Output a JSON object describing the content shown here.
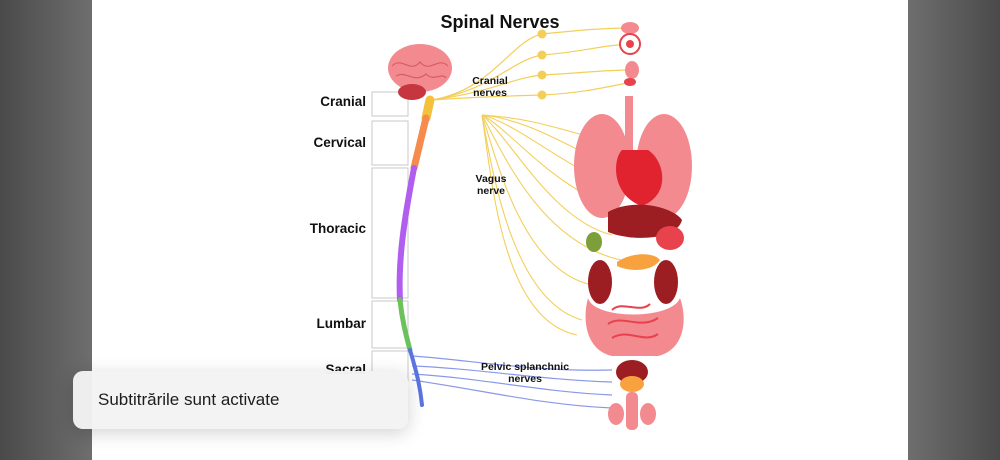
{
  "slide": {
    "title": "Spinal Nerves",
    "segments": [
      {
        "label": "Cranial",
        "color": "#f5c13c"
      },
      {
        "label": "Cervical",
        "color": "#f58b4c"
      },
      {
        "label": "Thoracic",
        "color": "#b15ef0"
      },
      {
        "label": "Lumbar",
        "color": "#6cc25a"
      },
      {
        "label": "Sacral",
        "color": "#5b74e0"
      }
    ],
    "labels": {
      "cranial_nerves": "Cranial\nnerves",
      "vagus_nerve": "Vagus\nnerve",
      "pelvic_nerves": "Pelvic splanchnic\nnerves"
    }
  },
  "toast": {
    "text": "Subtitrările sunt activate"
  },
  "colors": {
    "nerve_yellow": "#f3cf5a",
    "nerve_blue": "#8a98e8",
    "organ_red": "#e8424c",
    "organ_pink": "#f38a8f"
  }
}
